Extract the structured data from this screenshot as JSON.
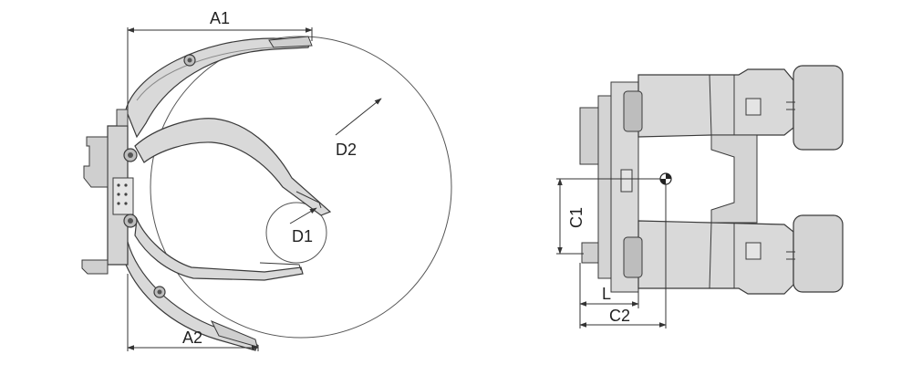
{
  "labels": {
    "a1": "A1",
    "a2": "A2",
    "d1": "D1",
    "d2": "D2",
    "c1": "C1",
    "c2": "C2",
    "l": "L"
  },
  "colors": {
    "steel_fill": "#d9d9d9",
    "steel_dark": "#bdbdbd",
    "outline": "#3a3a3a",
    "dim_line": "#333333",
    "pad_fill": "#d4d4d4",
    "background": "#ffffff"
  }
}
